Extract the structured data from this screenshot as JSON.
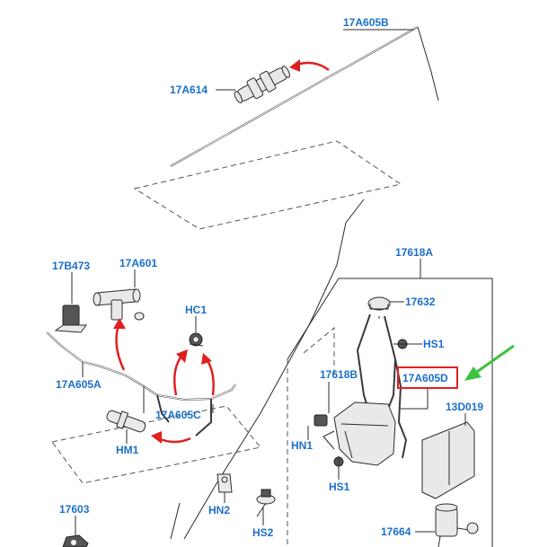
{
  "labels": {
    "l_17A605B": "17A605B",
    "l_17A614": "17A614",
    "l_17B473": "17B473",
    "l_17A601": "17A601",
    "l_HC1": "HC1",
    "l_17618A": "17618A",
    "l_17632": "17632",
    "l_HS1a": "HS1",
    "l_17618B": "17618B",
    "l_17A605D": "17A605D",
    "l_13D019": "13D019",
    "l_17A605A": "17A605A",
    "l_17A605C": "17A605C",
    "l_HM1": "HM1",
    "l_HN1": "HN1",
    "l_HS1b": "HS1",
    "l_HN2": "HN2",
    "l_HS2": "HS2",
    "l_17603": "17603",
    "l_17664": "17664"
  },
  "colors": {
    "label_text": "#1a6fc9",
    "callout_arrow": "#e02020",
    "highlight_box": "#e02020",
    "pointer_arrow": "#3cc23c",
    "line_art": "#2b2b2b"
  },
  "highlighted_label": "17A605D"
}
